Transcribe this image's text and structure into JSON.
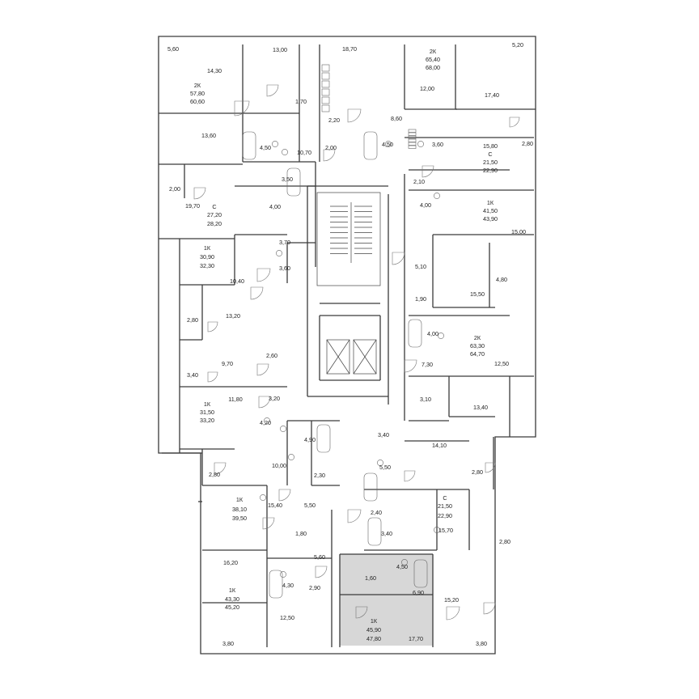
{
  "plan": {
    "highlight_color": "#d7d7d7",
    "wall_color": "#3a3a3a",
    "labels": [
      "5,60",
      "14,30",
      "2К",
      "57,80",
      "60,60",
      "13,00",
      "18,70",
      "2К",
      "65,40",
      "68,00",
      "5,20",
      "12,00",
      "17,40",
      "1,70",
      "2,20",
      "8,60",
      "13,60",
      "4,50",
      "10,70",
      "2,00",
      "4,50",
      "3,60",
      "15,80",
      "С",
      "21,50",
      "22,90",
      "2,80",
      "3,50",
      "2,10",
      "2,00",
      "С",
      "27,20",
      "28,20",
      "19,70",
      "4,00",
      "4,00",
      "1К",
      "41,50",
      "43,90",
      "15,00",
      "1К",
      "30,90",
      "32,30",
      "3,70",
      "3,60",
      "10,40",
      "5,10",
      "4,80",
      "15,50",
      "1,90",
      "13,20",
      "2,80",
      "4,00",
      "2К",
      "63,30",
      "64,70",
      "12,50",
      "2,60",
      "9,70",
      "3,40",
      "7,30",
      "1К",
      "31,50",
      "33,20",
      "11,80",
      "3,20",
      "3,10",
      "13,40",
      "4,20",
      "4,90",
      "3,40",
      "14,10",
      "10,00",
      "5,50",
      "2,80",
      "2,80",
      "2,30",
      "1К",
      "38,10",
      "39,50",
      "15,40",
      "5,50",
      "2,40",
      "С",
      "21,50",
      "22,90",
      "3,40",
      "15,70",
      "2,80",
      "1,80",
      "16,20",
      "5,60",
      "1,60",
      "4,50",
      "1К",
      "43,30",
      "45,20",
      "4,30",
      "2,90",
      "6,90",
      "15,20",
      "12,50",
      "1К",
      "45,90",
      "47,80",
      "17,70",
      "3,80",
      "3,80"
    ]
  }
}
